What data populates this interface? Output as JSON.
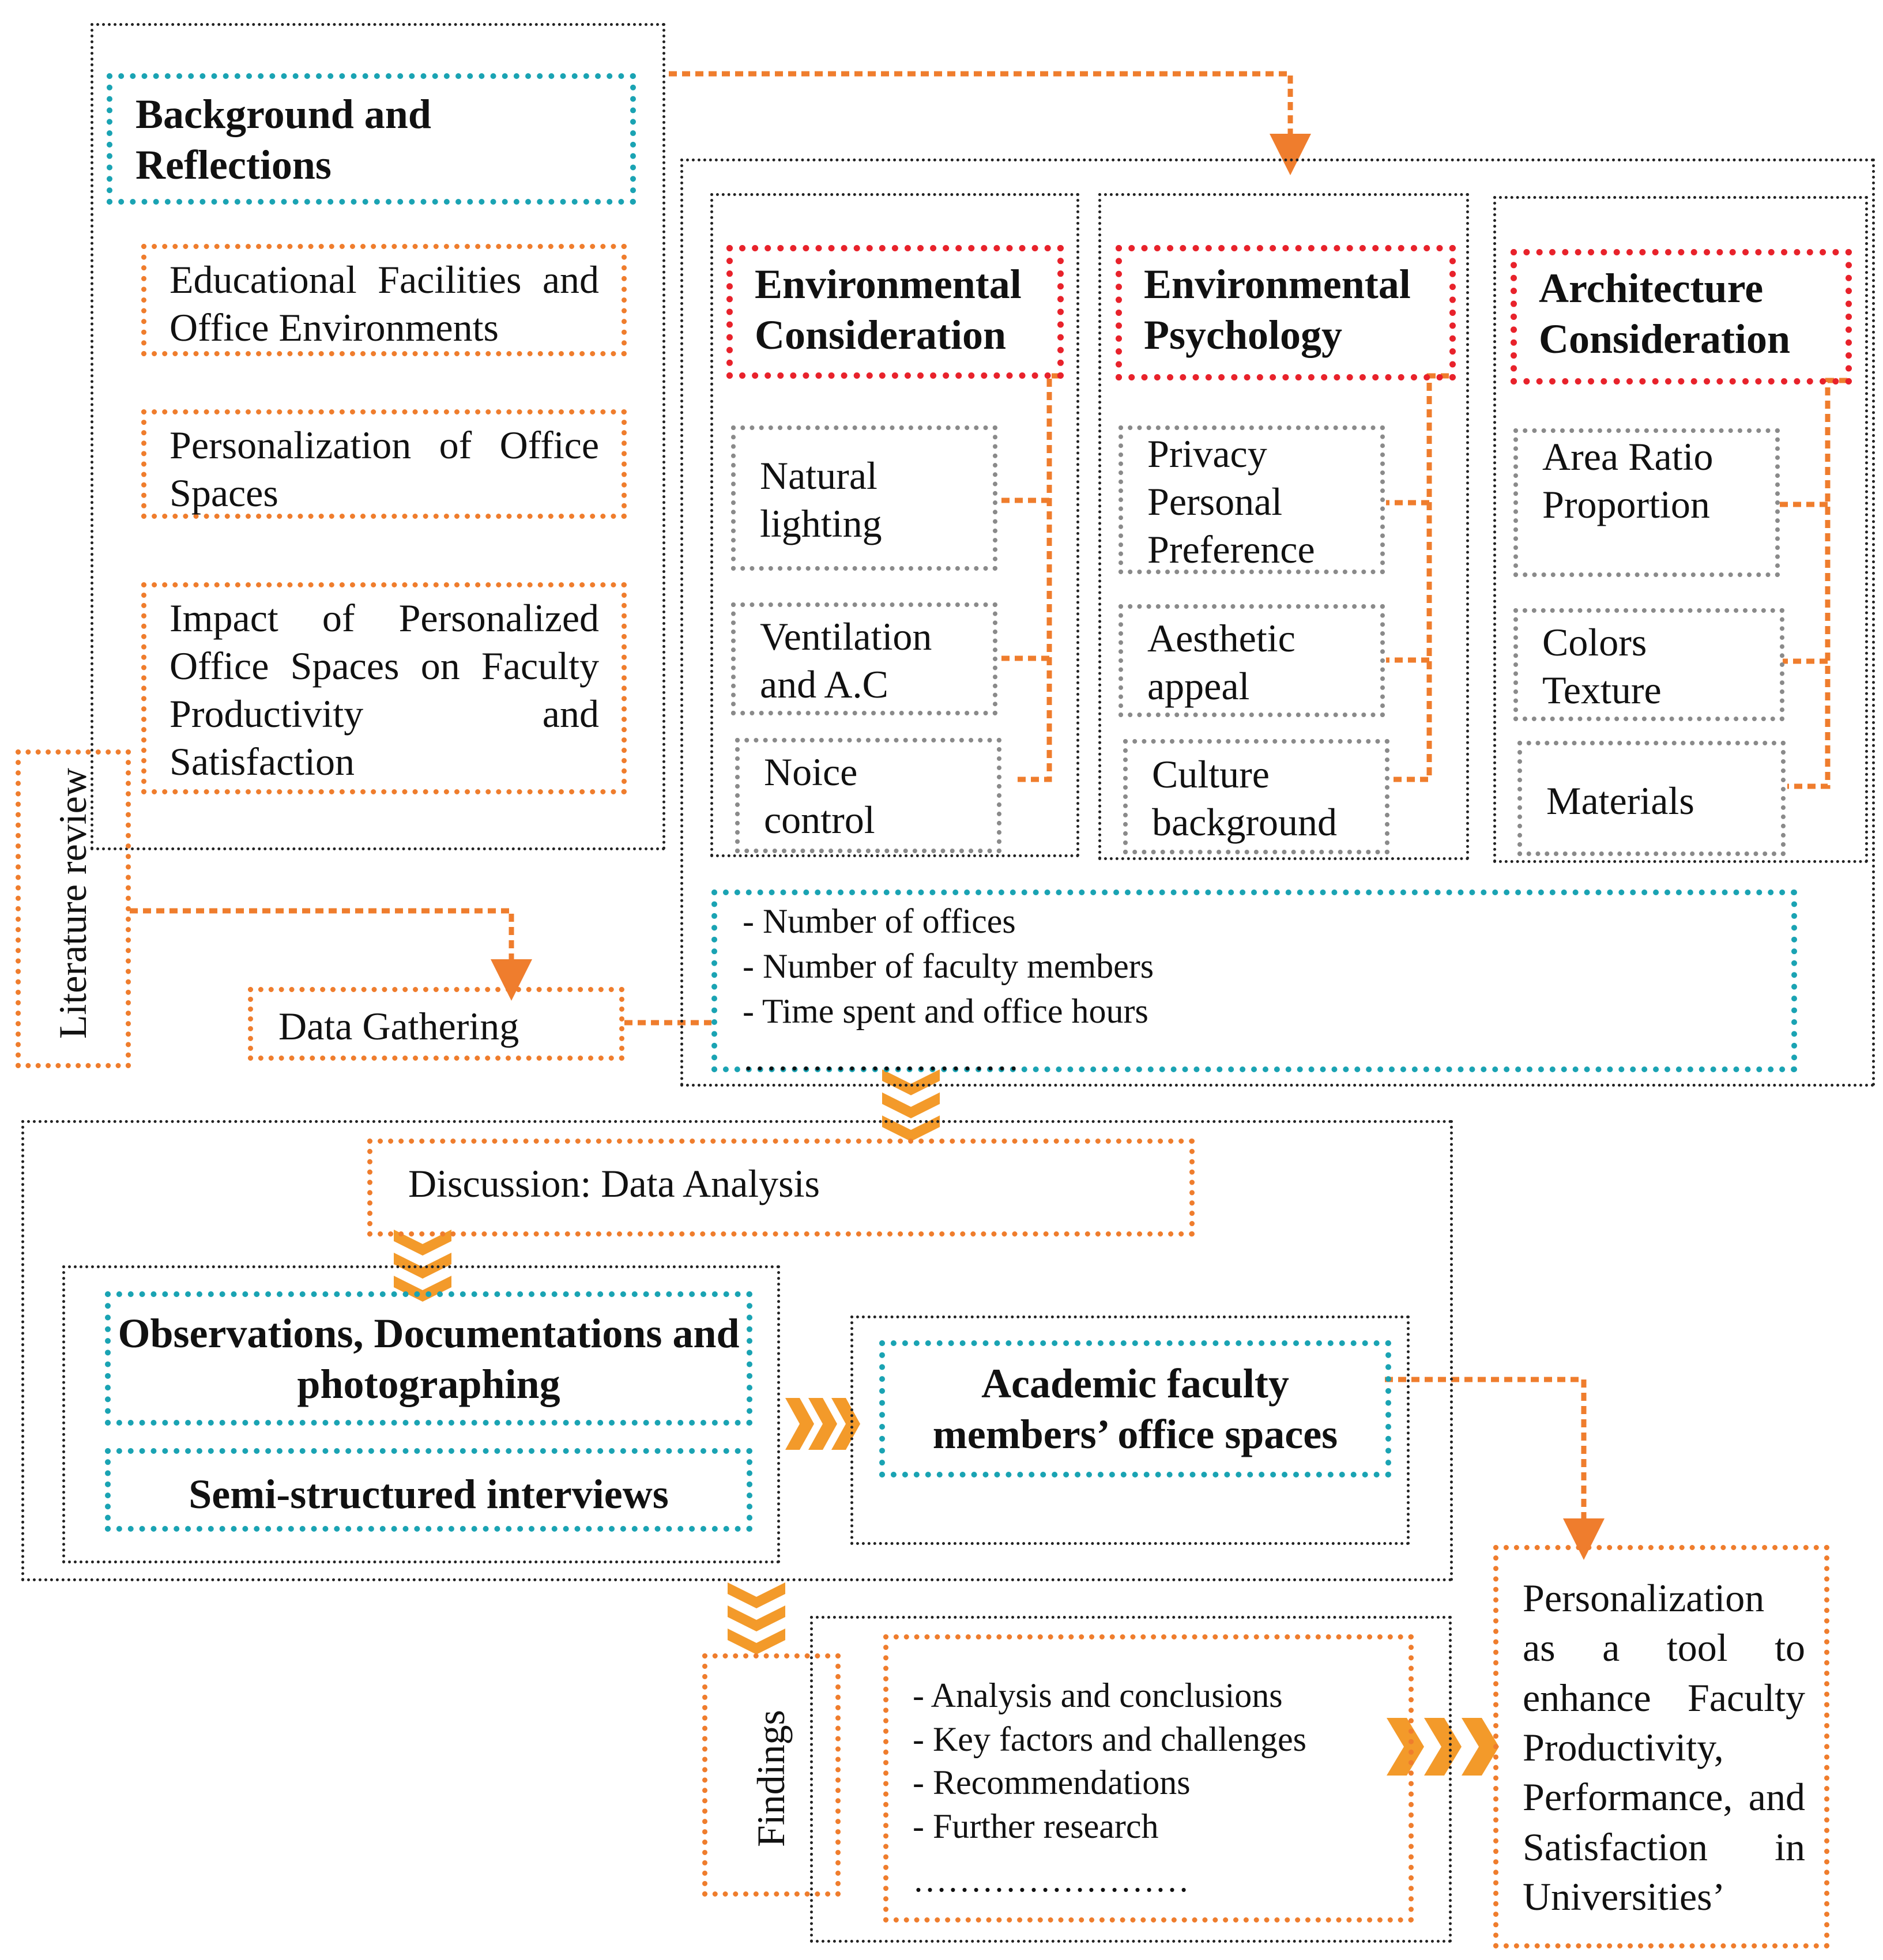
{
  "literature_review": {
    "background": {
      "title": "Background and Reflections"
    },
    "topics": [
      "Educational Facilities and Office Environments",
      "Personalization of Office Spaces",
      "Impact of Personalized Office Spaces on Faculty Productivity and Satisfaction"
    ],
    "side_label": "Literature review"
  },
  "considerations": {
    "environmental_consideration": {
      "title": "Environmental Consideration",
      "items": [
        "Natural lighting",
        "Ventilation and A.C",
        "Noice control"
      ]
    },
    "environmental_psychology": {
      "title": "Environmental Psychology",
      "items": [
        "Privacy Personal Preference",
        "Aesthetic appeal",
        "Culture background"
      ]
    },
    "architecture_consideration": {
      "title": "Architecture Consideration",
      "items": [
        "Area Ratio Proportion",
        "Colors Texture",
        "Materials"
      ]
    }
  },
  "data_gathering": {
    "label": "Data Gathering",
    "items": [
      "- Number of offices",
      "- Number of faculty members",
      "- Time spent and office hours",
      "……………………"
    ]
  },
  "discussion": {
    "title": "Discussion: Data Analysis",
    "observations": "Observations, Documentations and photographing",
    "interviews": "Semi-structured interviews",
    "office_spaces": "Academic faculty members’ office spaces"
  },
  "findings": {
    "label": "Findings",
    "items": [
      "- Analysis and conclusions",
      "- Key factors and challenges",
      "- Recommendations",
      "- Further research",
      "……………………"
    ]
  },
  "conclusion": {
    "text": "Personalization as a tool to enhance Faculty Productivity, Performance, and Satisfaction in Universities’"
  },
  "colors": {
    "teal": "#1aa3b3",
    "orange": "#ef7d2d",
    "red": "#e8222b",
    "gray": "#8a8a8a",
    "chevron": "#f39a2a"
  }
}
